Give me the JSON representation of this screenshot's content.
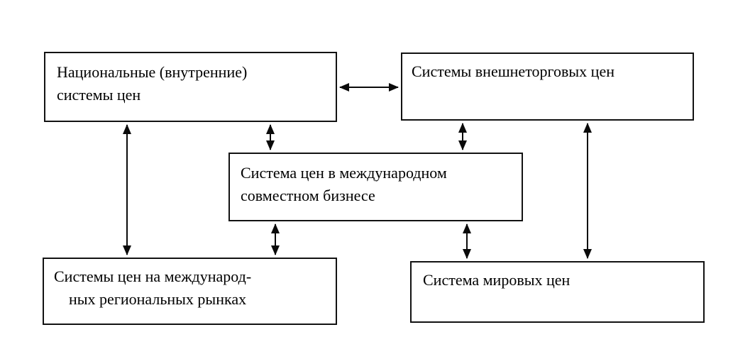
{
  "diagram": {
    "description": "Scheme of interrelation of price systems",
    "boxes": {
      "national": {
        "id": "national",
        "line1": "Национальные (внутренние)",
        "line2": "системы цен"
      },
      "foreign_trade": {
        "id": "foreign_trade",
        "line1": "Системы внешнеторговых цен"
      },
      "joint_business": {
        "id": "joint_business",
        "line1": "Система цен в международном",
        "line2": "совместном бизнесе"
      },
      "regional_markets": {
        "id": "regional_markets",
        "line1": "Системы цен на международ-",
        "line2": "ных региональных рынках"
      },
      "world": {
        "id": "world",
        "line1": "Система мировых цен"
      }
    },
    "edges": [
      {
        "from": "national",
        "to": "foreign_trade",
        "style": "double-headed",
        "orientation": "horizontal"
      },
      {
        "from": "national",
        "to": "regional_markets",
        "style": "double-headed",
        "orientation": "vertical"
      },
      {
        "from": "national",
        "to": "joint_business",
        "style": "double-headed",
        "orientation": "vertical"
      },
      {
        "from": "foreign_trade",
        "to": "joint_business",
        "style": "double-headed",
        "orientation": "vertical"
      },
      {
        "from": "foreign_trade",
        "to": "world",
        "style": "double-headed",
        "orientation": "vertical"
      },
      {
        "from": "joint_business",
        "to": "regional_markets",
        "style": "double-headed",
        "orientation": "vertical"
      },
      {
        "from": "joint_business",
        "to": "world",
        "style": "double-headed",
        "orientation": "vertical"
      }
    ],
    "colors": {
      "background": "#ffffff",
      "box_border": "#121212",
      "arrow": "#0a0a0a",
      "text": "#000000"
    }
  }
}
